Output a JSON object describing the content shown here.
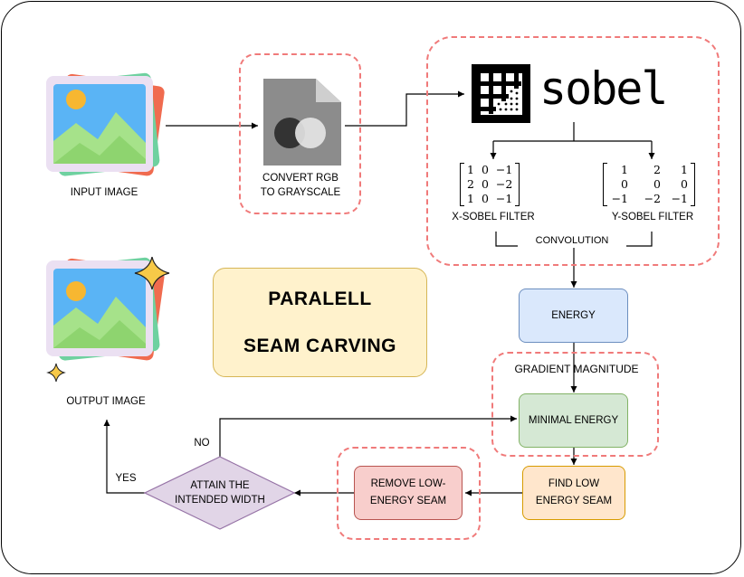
{
  "colors": {
    "dashed": "#f07a7a",
    "energy_fill": "#dae8fc",
    "minimal_fill": "#d5e8d4",
    "find_fill": "#ffe6cc",
    "remove_fill": "#f8cecc",
    "decision_fill": "#e1d5e7",
    "title_fill": "#fff2cc"
  },
  "icons": {
    "input": "image-icon",
    "output": "image-sparkle-icon",
    "grayscale": "grayscale-file-icon",
    "sobel": "sobel-grid-icon"
  },
  "input_image": {
    "label": "INPUT IMAGE"
  },
  "grayscale": {
    "label_line1": "CONVERT RGB",
    "label_line2": "TO GRAYSCALE"
  },
  "sobel": {
    "logo_text": "sobel",
    "x_filter": {
      "label": "X-SOBEL FILTER",
      "matrix": [
        [
          "1",
          "0",
          "−1"
        ],
        [
          "2",
          "0",
          "−2"
        ],
        [
          "1",
          "0",
          "−1"
        ]
      ]
    },
    "y_filter": {
      "label": "Y-SOBEL FILTER",
      "matrix": [
        [
          "1",
          "2",
          "1"
        ],
        [
          "0",
          "0",
          "0"
        ],
        [
          "−1",
          "−2",
          "−1"
        ]
      ]
    },
    "convolution_label": "CONVOLUTION"
  },
  "title": {
    "line1": "PARALELL",
    "line2": "SEAM CARVING"
  },
  "output_image": {
    "label": "OUTPUT IMAGE"
  },
  "energy": {
    "label": "ENERGY"
  },
  "gradient_label": "GRADIENT MAGNITUDE",
  "minimal_energy": {
    "label": "MINIMAL ENERGY"
  },
  "find_seam": {
    "line1": "FIND LOW",
    "line2": "ENERGY SEAM"
  },
  "remove_seam": {
    "line1": "REMOVE LOW-",
    "line2": "ENERGY SEAM"
  },
  "decision": {
    "line1": "ATTAIN THE",
    "line2": "INTENDED WIDTH"
  },
  "branch": {
    "no": "NO",
    "yes": "YES"
  }
}
